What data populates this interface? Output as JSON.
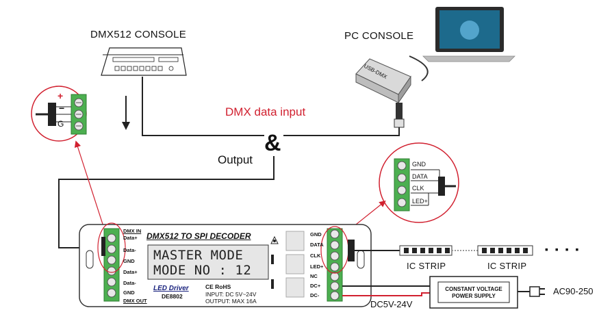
{
  "labels": {
    "dmx_console": "DMX512 CONSOLE",
    "pc_console": "PC CONSOLE",
    "usb_dmx": "USB-DMX",
    "dmx_input": "DMX data input",
    "ampersand": "&",
    "output": "Output",
    "ic_strip_1": "IC STRIP",
    "ic_strip_2": "IC STRIP",
    "dots": "▪ ▪ ▪ ▪",
    "ac_input": "AC90-250",
    "dc_input": "DC5V-24V"
  },
  "psu": {
    "line1": "CONSTANT VOLTAGE",
    "line2": "POWER SUPPLY"
  },
  "dmx_callout": {
    "plus": "+",
    "minus": "−",
    "ground": "G"
  },
  "spi_callout": {
    "gnd": "GND",
    "data": "DATA",
    "clk": "CLK",
    "led": "LED+"
  },
  "device": {
    "title": "DMX512 TO SPI DECODER",
    "dmx_in": "DMX IN",
    "dmx_out": "DMX OUT",
    "left_pins": [
      "Data+",
      "Data-",
      "GND",
      "Data+",
      "Data-",
      "GND"
    ],
    "right_pins": [
      "GND",
      "DATA",
      "CLK",
      "LED+",
      "NC",
      "DC+",
      "DC-"
    ],
    "lcd_line1": "MASTER  MODE",
    "lcd_line2": "MODE NO : 12",
    "led_driver": "LED Driver",
    "model": "DE8802",
    "cert": "CE RoHS",
    "input": "INPUT:   DC 5V~24V",
    "output": "OUTPUT: MAX 16A"
  },
  "colors": {
    "wire": "#222222",
    "callout": "#d1202f",
    "terminal": "#4caf50",
    "dc_wire": "#d1202f"
  }
}
